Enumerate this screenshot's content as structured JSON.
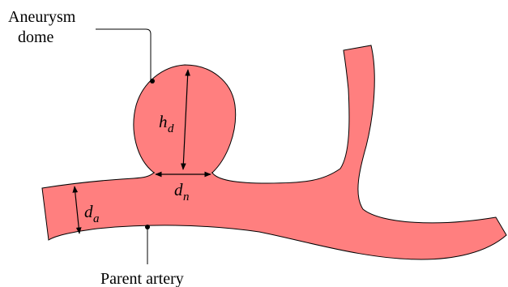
{
  "labels": {
    "aneurysm_line1": "Aneurysm",
    "aneurysm_line2": "dome",
    "parent_artery": "Parent artery"
  },
  "measures": {
    "height": {
      "symbol": "h",
      "subscript": "d"
    },
    "neck": {
      "symbol": "d",
      "subscript": "n"
    },
    "artery": {
      "symbol": "d",
      "subscript": "a"
    }
  },
  "colors": {
    "vessel_fill": "#ff7f7f",
    "outline": "#000000"
  }
}
